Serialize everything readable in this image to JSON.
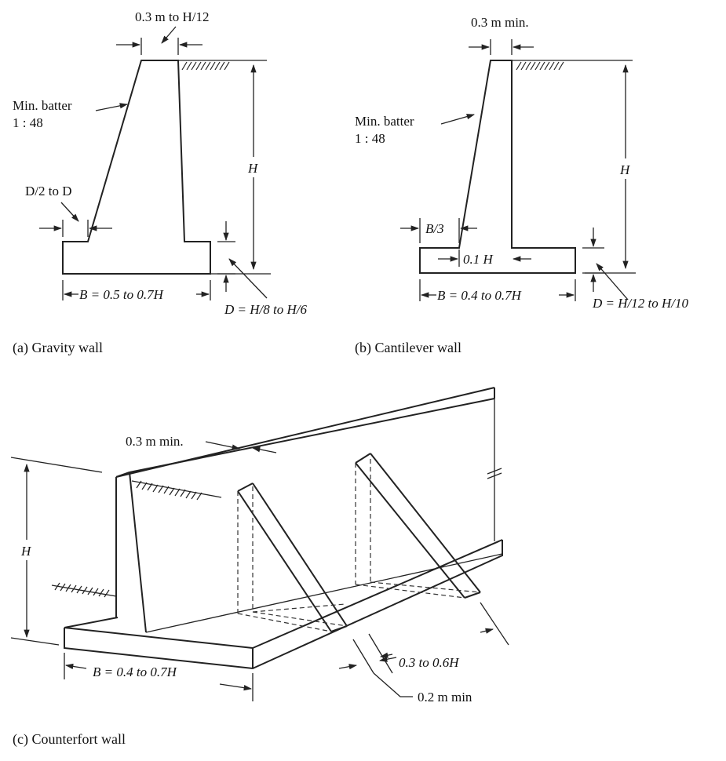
{
  "gravity": {
    "top_width": "0.3 m to H/12",
    "batter_line1": "Min. batter",
    "batter_line2": "1 : 48",
    "toe": "D/2 to D",
    "height": "H",
    "base": "B = 0.5 to 0.7H",
    "depth": "D = H/8 to H/6",
    "caption": "(a) Gravity wall"
  },
  "cantilever": {
    "top_width": "0.3 m min.",
    "batter_line1": "Min. batter",
    "batter_line2": "1 : 48",
    "height": "H",
    "toe": "B/3",
    "stem": "0.1 H",
    "base": "B = 0.4 to 0.7H",
    "depth": "D = H/12 to H/10",
    "caption": "(b) Cantilever wall"
  },
  "counterfort": {
    "top_width": "0.3 m min.",
    "height": "H",
    "base": "B = 0.4 to 0.7H",
    "spacing": "0.3 to 0.6H",
    "thickness": "0.2 m min",
    "caption": "(c) Counterfort wall"
  }
}
